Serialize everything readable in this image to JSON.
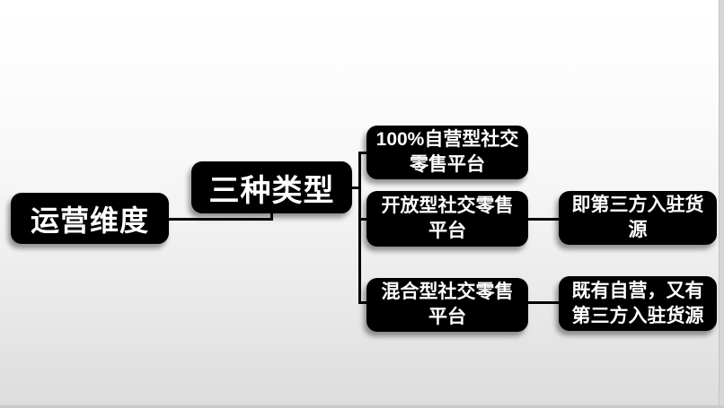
{
  "diagram": {
    "root_label": "运营维度",
    "branch_label": "三种类型",
    "type1_label": "100%自营型社交\n零售平台",
    "type2_label": "开放型社交零售\n平台",
    "type3_label": "混合型社交零售\n平台",
    "note_type2_label": "即第三方入驻货\n源",
    "note_type3_label": "既有自营，又有\n第三方入驻货源"
  },
  "colors": {
    "node_bg": "#000000",
    "node_text": "#ffffff",
    "connector": "#000000",
    "bg_top": "#ffffff",
    "bg_bottom": "#dcdcdc",
    "edge_line": "#c9c9c9"
  }
}
